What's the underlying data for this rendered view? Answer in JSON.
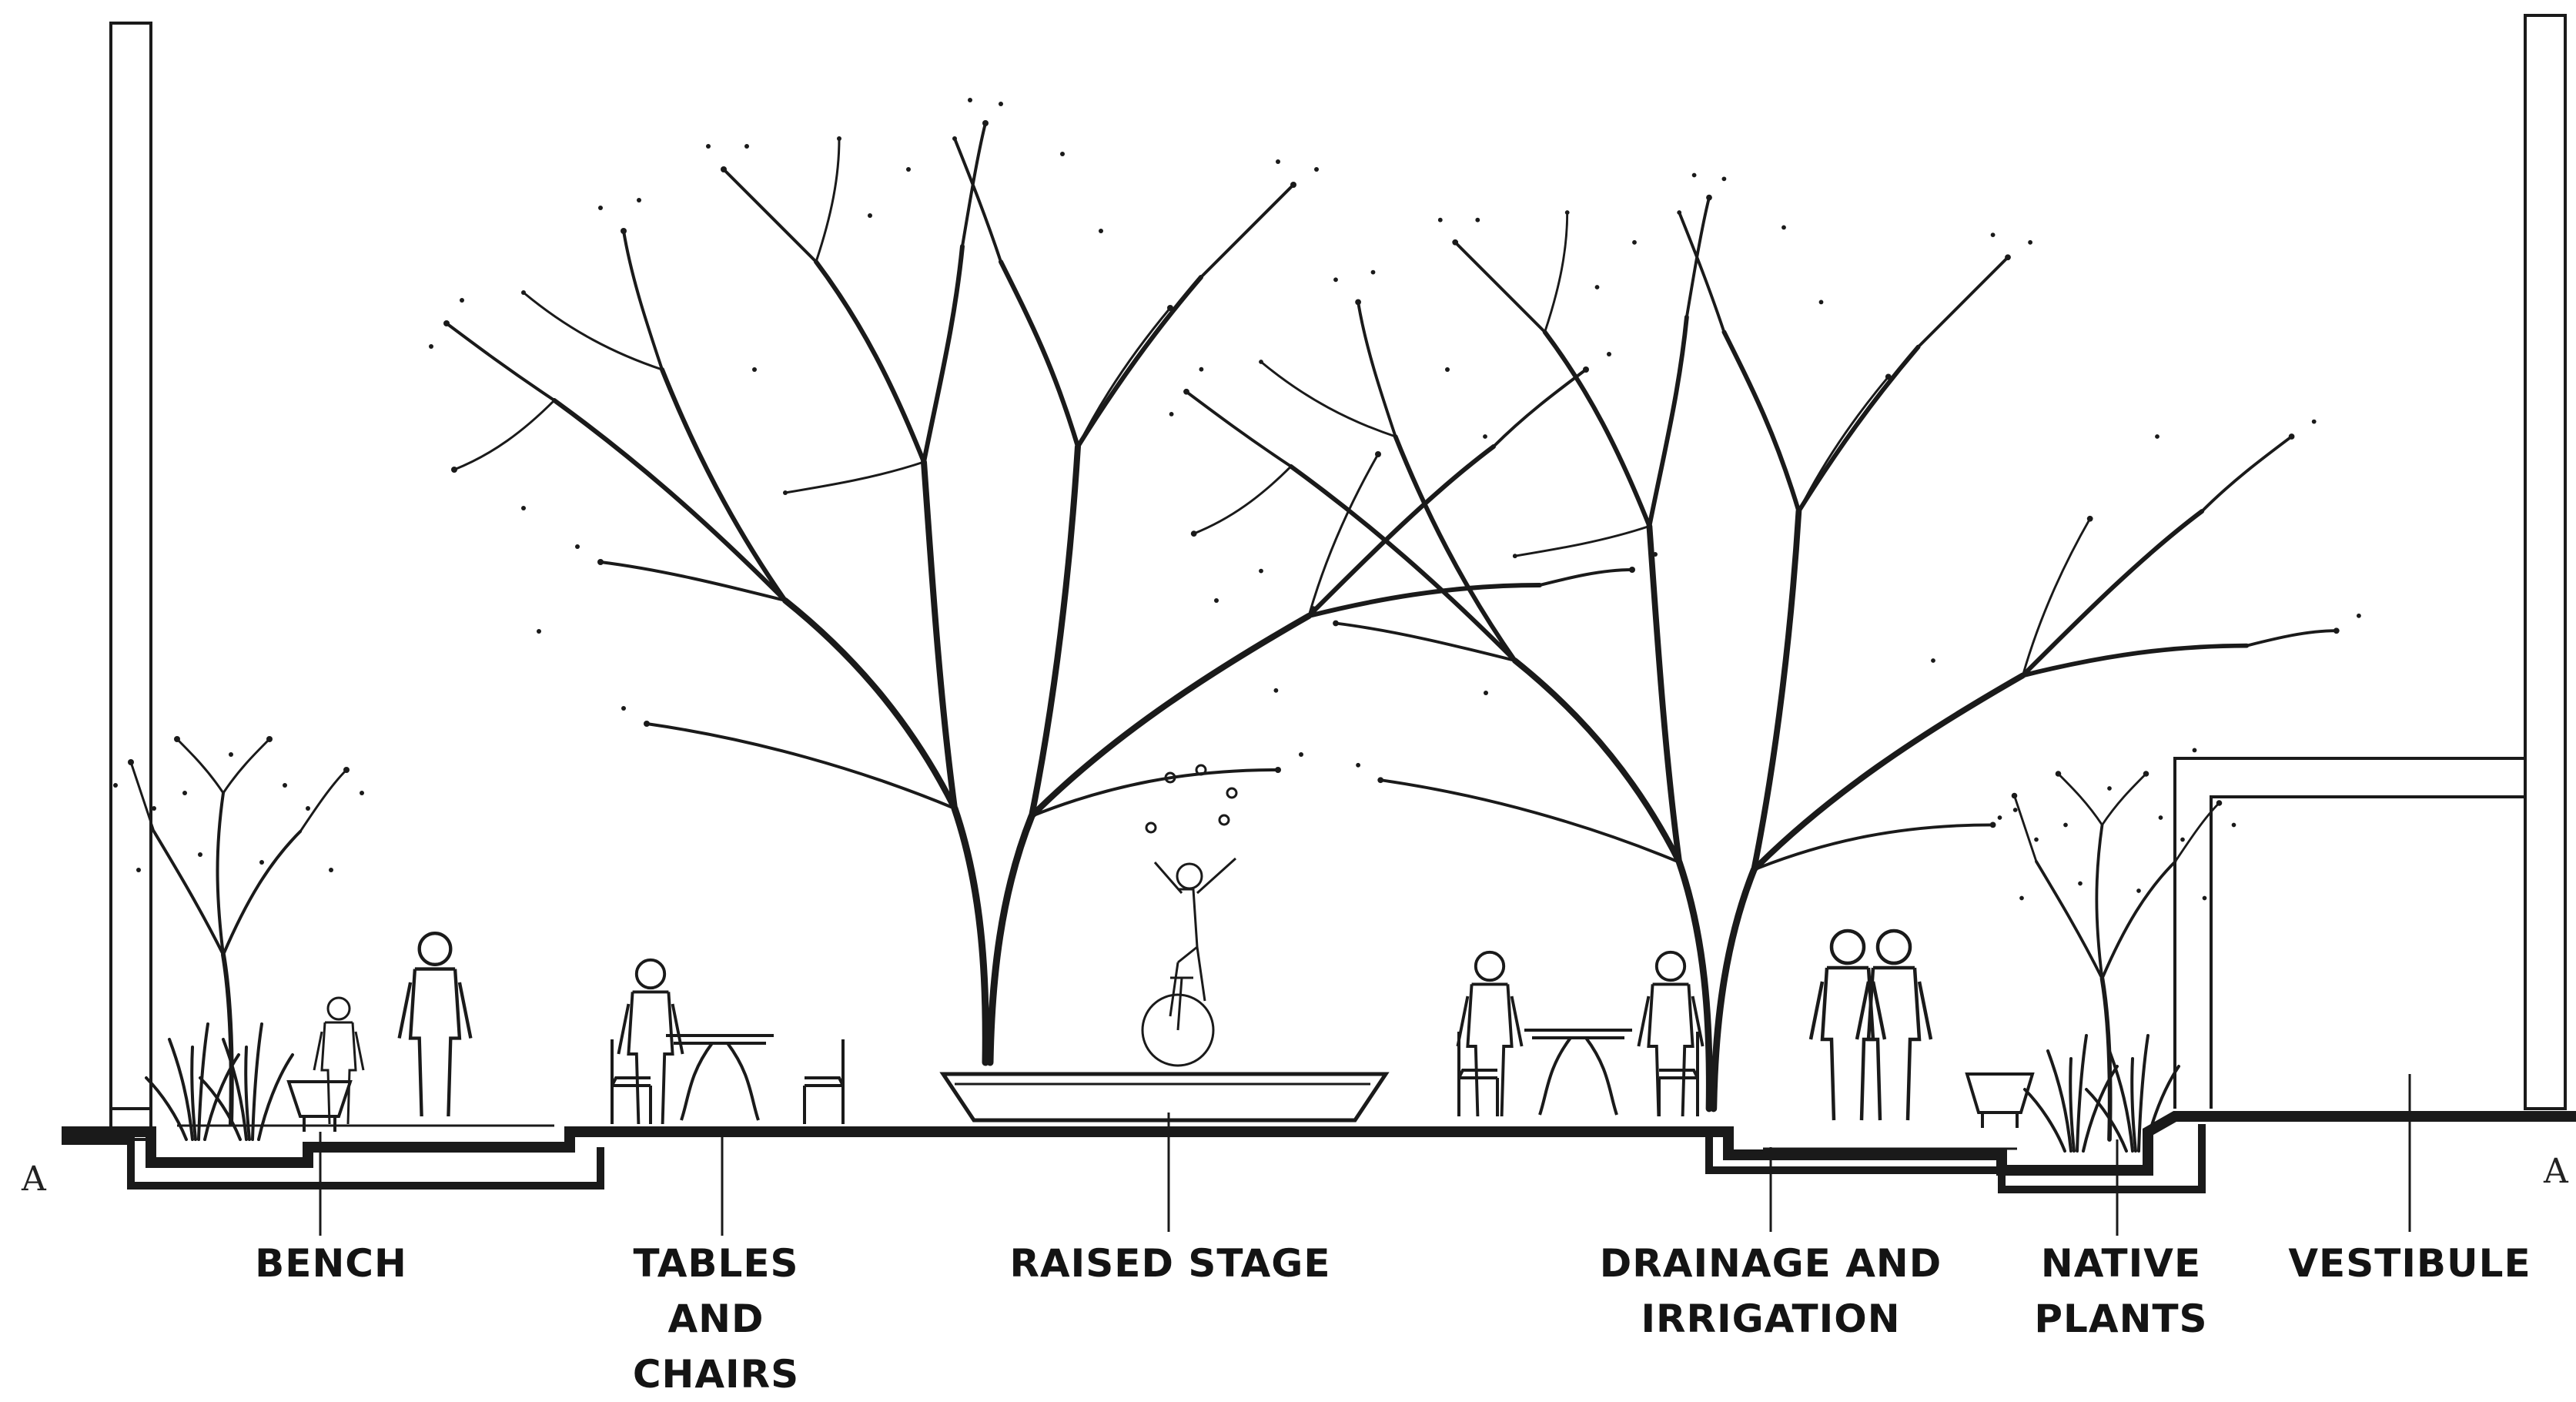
{
  "section": {
    "left_mark": "A",
    "right_mark": "A"
  },
  "labels": {
    "bench": "BENCH",
    "tables_chairs": [
      "TABLES",
      "AND",
      "CHAIRS"
    ],
    "raised_stage": "RAISED STAGE",
    "drainage_irrigation": [
      "DRAINAGE AND",
      "IRRIGATION"
    ],
    "native_plants": [
      "NATIVE",
      "PLANTS"
    ],
    "vestibule": "VESTIBULE"
  },
  "colors": {
    "ink": "#1a1a1a",
    "paper": "#ffffff"
  }
}
